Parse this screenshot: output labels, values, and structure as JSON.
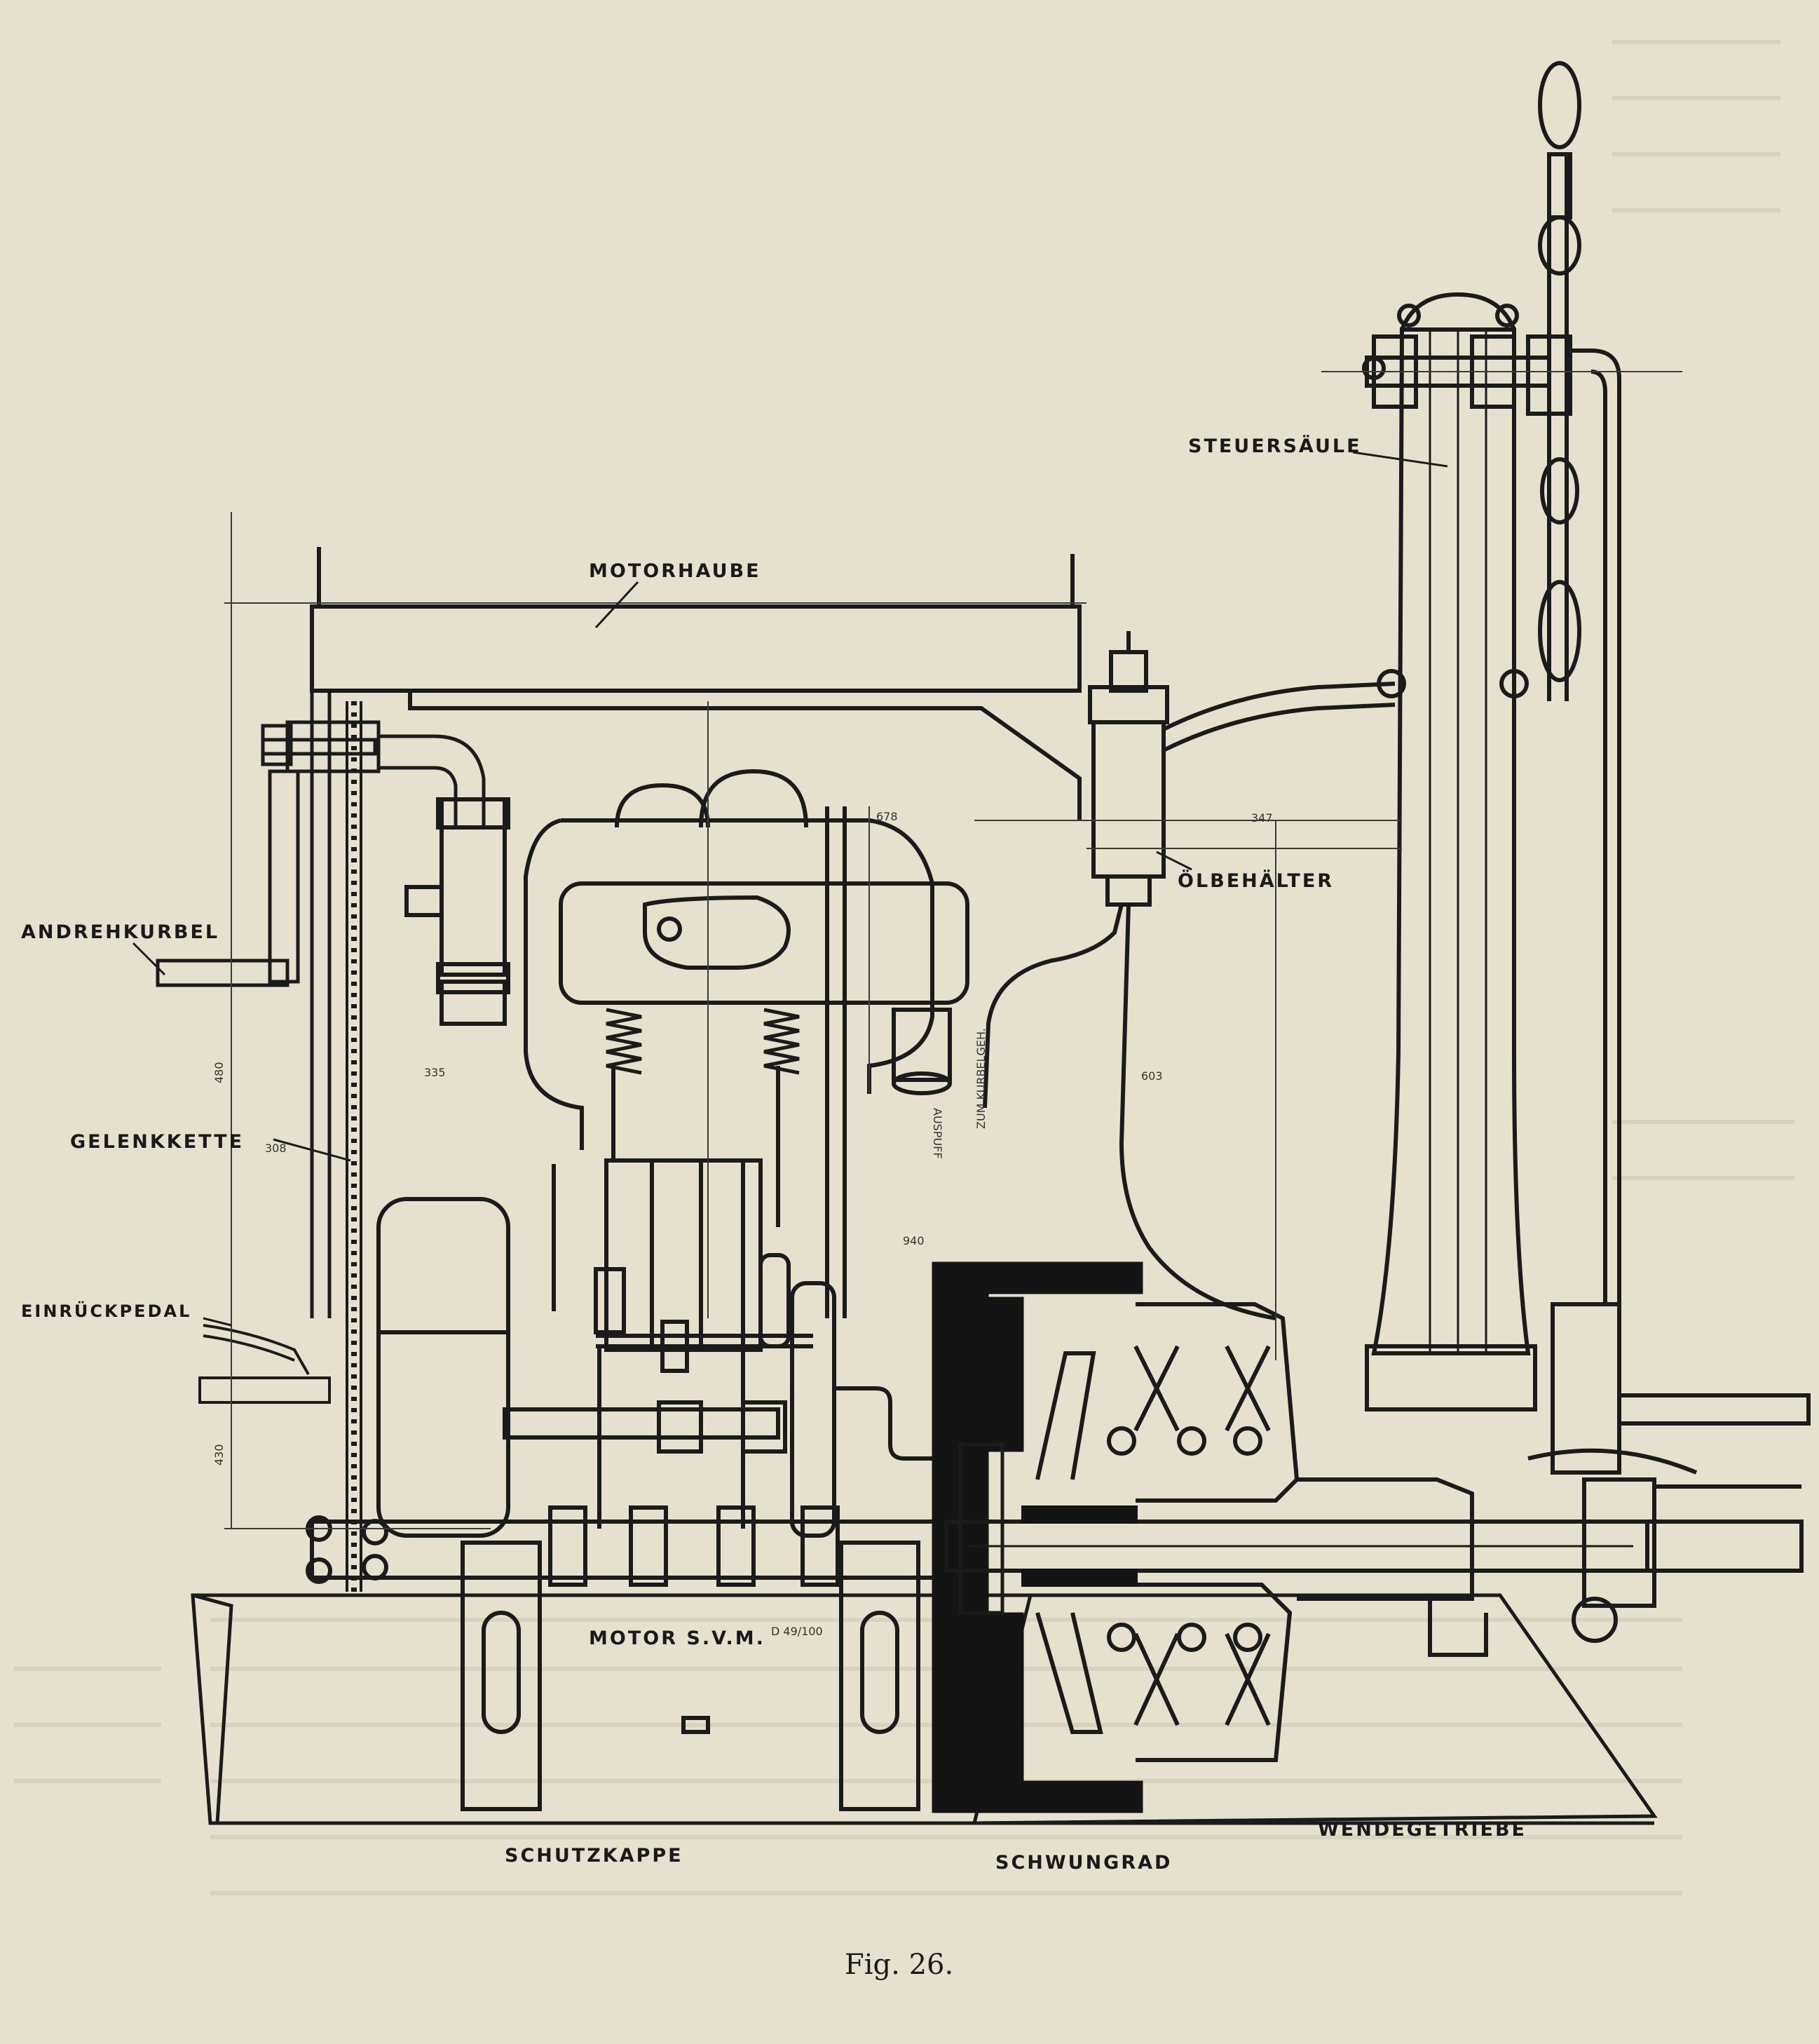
{
  "figure": {
    "caption": "Fig. 26.",
    "labels": {
      "motorhaube": "MOTORHAUBE",
      "steuersaeule": "STEUERSÄULE",
      "oelbehaelter": "ÖLBEHÄLTER",
      "andrehkurbel": "ANDREHKURBEL",
      "gelenkkette": "GELENKKETTE",
      "gelenkkette_num": "308",
      "einrueckpedal": "EINRÜCKPEDAL",
      "motor": "MOTOR S.V.M.",
      "motor_spec": "D 49/100",
      "schutzkappe": "SCHUTZKAPPE",
      "schwungrad": "SCHWUNGRAD",
      "wendegetriebe": "WENDEGETRIEBE",
      "auspuff": "AUSPUFF",
      "zum_kurbelgeh": "ZUM KURBELGEH."
    },
    "dimensions": {
      "d_678": "678",
      "d_347": "347",
      "d_335": "335",
      "d_603": "603",
      "d_940": "940",
      "d_430": "430",
      "d_480": "480"
    }
  }
}
